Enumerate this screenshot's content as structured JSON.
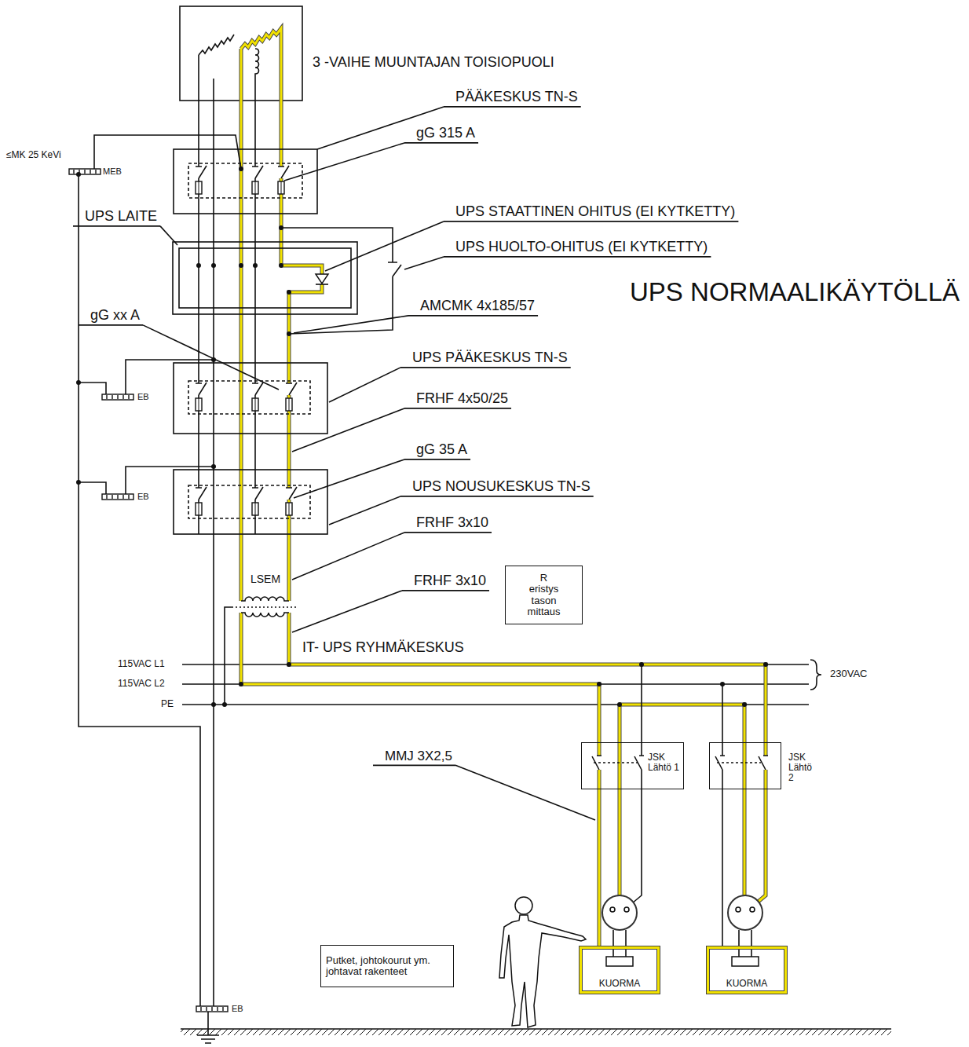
{
  "diagram": {
    "nodes": [
      {
        "text": [
          "R eristys tason mittaus"
        ]
      },
      {
        "text": [
          "JSK Lähtö 1"
        ]
      },
      {
        "text": [
          "JSK Lähtö 2"
        ]
      },
      {
        "text": [
          "KUORMA"
        ]
      },
      {
        "text": [
          "KUORMA"
        ]
      },
      {
        "text": [
          "Putket, johtokourut ym. johtavat rakenteet"
        ]
      }
    ],
    "edges": [
      {
        "from": 1,
        "to": 3,
        "arrow": "none"
      },
      {
        "from": 2,
        "to": 4,
        "arrow": "none"
      }
    ],
    "labels": [
      "3 -VAIHE MUUNTAJAN TOISIOPUOLI",
      "PÄÄKESKUS TN-S",
      "gG 315 A",
      "≤MK 25 KeVi",
      "MEB",
      "UPS LAITE",
      "UPS STAATTINEN OHITUS (EI KYTKETTY)",
      "UPS HUOLTO-OHITUS (EI KYTKETTY)",
      "UPS NORMAALIKÄYTÖLLÄ",
      "AMCMK 4x185/57",
      "gG xx A",
      "UPS PÄÄKESKUS TN-S",
      "EB",
      "FRHF 4x50/25",
      "gG 35 A",
      "UPS NOUSUKESKUS TN-S",
      "EB",
      "FRHF 3x10",
      "LSEM",
      "FRHF 3x10",
      "IT- UPS RYHMÄKESKUS",
      "115VAC L1",
      "115VAC L2",
      "PE",
      "230VAC",
      "MMJ 3X2,5",
      "EB"
    ]
  }
}
